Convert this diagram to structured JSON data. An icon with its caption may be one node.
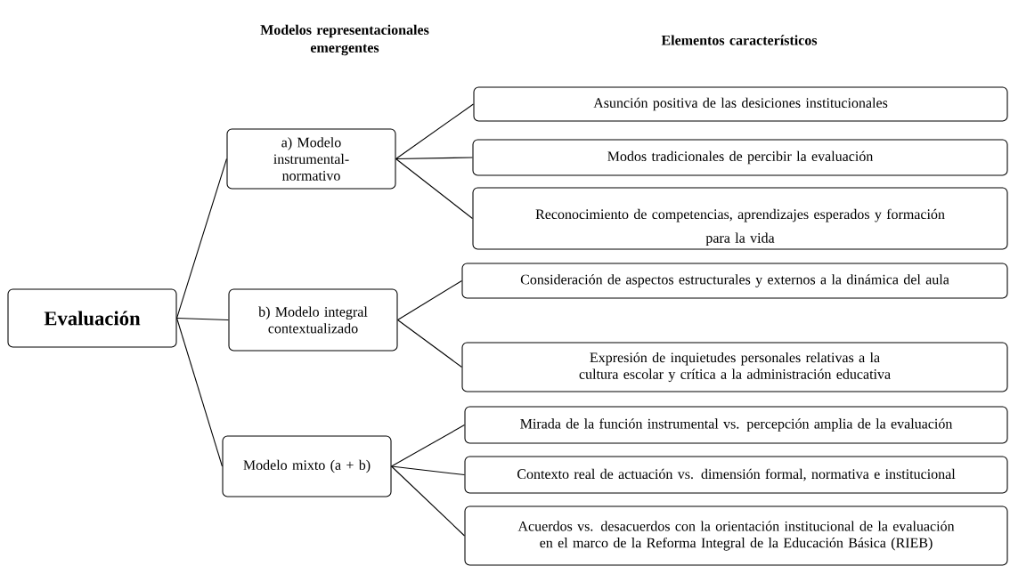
{
  "diagram": {
    "nodes": [
      {
        "text": [
          "Evaluación"
        ]
      },
      {
        "text": [
          "a) Modelo instrumental-normativo"
        ]
      },
      {
        "text": [
          "b) Modelo  integral contextualizado"
        ]
      },
      {
        "text": [
          "Modelo mixto  (a + b)"
        ]
      },
      {
        "text": [
          "Asunción positiva de las desiciones institucionales"
        ]
      },
      {
        "text": [
          "Modos tradicionales de percibir la evaluación"
        ]
      },
      {
        "text": [
          "Reconocimiento de competencias, aprendizajes esperados y formación",
          "para la vida"
        ]
      },
      {
        "text": [
          "Consideración de aspectos estructurales y externos a la dinámica del aula"
        ]
      },
      {
        "text": [
          "Expresión de inquietudes personales relativas a la cultura escolar y crítica a la administración educativa"
        ]
      },
      {
        "text": [
          "Mirada de la función instrumental vs. percepción amplia de la evaluación"
        ]
      },
      {
        "text": [
          "Contexto real de actuación vs. dimensión formal, normativa e institucional"
        ]
      },
      {
        "text": [
          "Acuerdos vs. desacuerdos con la orientación institucional de la evaluación en el marco de la Reforma Integral de la Educación Básica (RIEB)"
        ]
      }
    ],
    "edges": [
      {
        "from": 0,
        "to": 1,
        "arrow": "none"
      },
      {
        "from": 0,
        "to": 2,
        "arrow": "none"
      },
      {
        "from": 0,
        "to": 3,
        "arrow": "none"
      },
      {
        "from": 1,
        "to": 4,
        "arrow": "none"
      },
      {
        "from": 1,
        "to": 5,
        "arrow": "none"
      },
      {
        "from": 1,
        "to": 6,
        "arrow": "none"
      },
      {
        "from": 2,
        "to": 7,
        "arrow": "none"
      },
      {
        "from": 2,
        "to": 8,
        "arrow": "none"
      },
      {
        "from": 3,
        "to": 9,
        "arrow": "none"
      },
      {
        "from": 3,
        "to": 10,
        "arrow": "none"
      },
      {
        "from": 3,
        "to": 11,
        "arrow": "none"
      }
    ],
    "labels": [
      "Modelos representacionales emergentes",
      "Elementos característicos"
    ]
  }
}
